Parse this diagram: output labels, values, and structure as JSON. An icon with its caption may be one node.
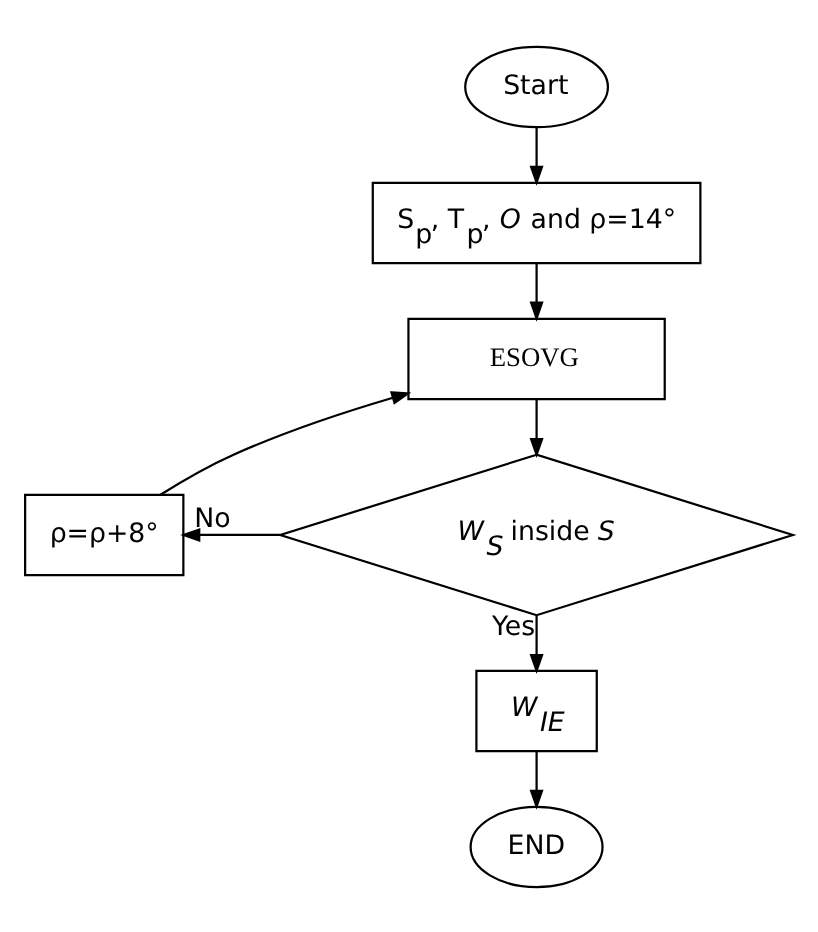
{
  "diagram": {
    "nodes": [
      {
        "text": [
          "Start"
        ]
      },
      {
        "text": [
          "S$_{p}$, T$_{p}$, *O* and ρ=14°"
        ]
      },
      {
        "text": [
          "ESOVG"
        ]
      },
      {
        "text": [
          "*W$_{S}$* inside *S*"
        ]
      },
      {
        "text": [
          "ρ=ρ+8°"
        ]
      },
      {
        "text": [
          "*W$_{IE}$*"
        ]
      },
      {
        "text": [
          "END"
        ]
      }
    ],
    "edges": [
      {
        "from": 0,
        "to": 1,
        "arrow": "to"
      },
      {
        "from": 1,
        "to": 2,
        "arrow": "to"
      },
      {
        "from": 2,
        "to": 3,
        "arrow": "to"
      },
      {
        "from": 3,
        "to": 4,
        "label": "No",
        "arrow": "to"
      },
      {
        "from": 4,
        "to": 2,
        "arrow": "to"
      },
      {
        "from": 3,
        "to": 5,
        "label": "Yes",
        "arrow": "to"
      },
      {
        "from": 5,
        "to": 6,
        "arrow": "to"
      }
    ]
  }
}
